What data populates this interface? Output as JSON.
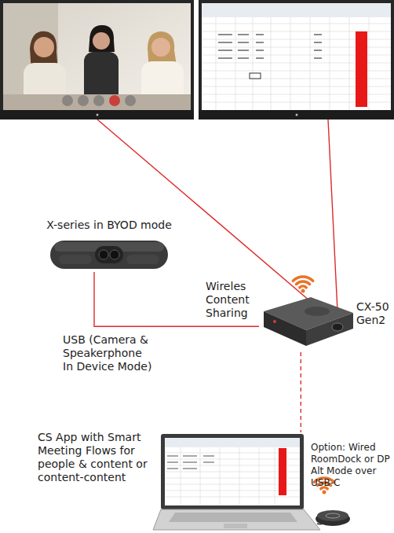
{
  "diagram": {
    "nodes": [
      {
        "text": [
          "X-series in BYOD mode"
        ]
      },
      {
        "text": [
          "CX-50 Gen2"
        ]
      },
      {
        "text": [
          "CS App with Smart Meeting Flows for people & content or content-content"
        ]
      }
    ],
    "edges": [
      {
        "from": 0,
        "to": 1,
        "arrow": "none",
        "label": "USB (Camera & Speakerphone In Device Mode)"
      },
      {
        "from": 1,
        "to": 2,
        "arrow": "none",
        "label": "Option: Wired RoomDock or DP Alt Mode over USB-C"
      }
    ],
    "labels": [
      "Wireles Content Sharing"
    ]
  }
}
